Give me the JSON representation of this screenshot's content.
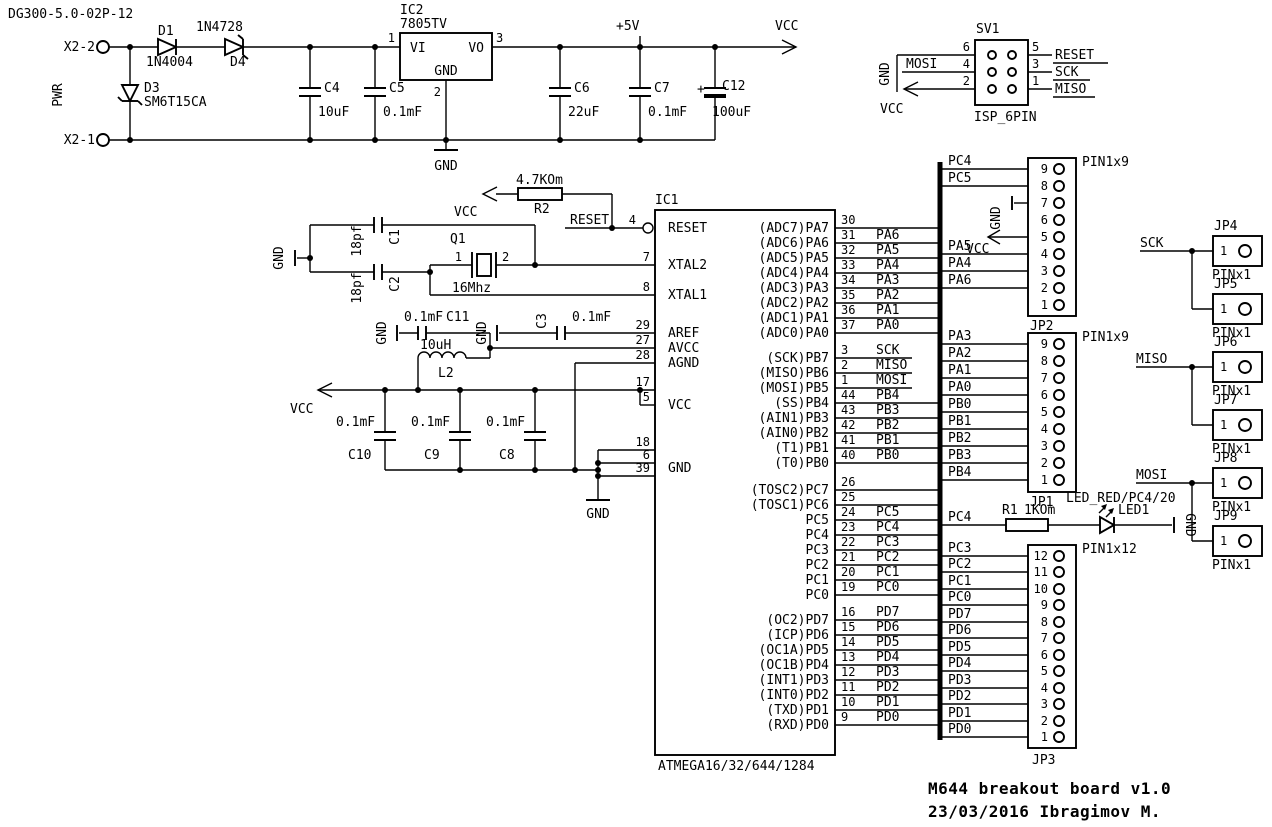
{
  "doc": {
    "sheet_title": "DG300-5.0-02P-12",
    "board_title": "M644 breakout board v1.0",
    "board_subtitle": "23/03/2016 Ibragimov M."
  },
  "power": {
    "x2_2": "X2-2",
    "x2_1": "X2-1",
    "pwr": "PWR",
    "d1_ref": "D1",
    "d1_val": "1N4004",
    "d4_ref": "D4",
    "d4_val": "1N4728",
    "d3_ref": "D3",
    "d3_val": "SM6T15CA",
    "c4_ref": "C4",
    "c4_val": "10uF",
    "c5_ref": "C5",
    "c5_val": "0.1mF",
    "c6_ref": "C6",
    "c6_val": "22uF",
    "c7_ref": "C7",
    "c7_val": "0.1mF",
    "c12_plus": "+",
    "c12_ref": "C12",
    "c12_val": "100uF",
    "ic2_ref": "IC2",
    "ic2_val": "7805TV",
    "ic2_vi": "VI",
    "ic2_vo": "VO",
    "ic2_gnd": "GND",
    "ic2_pin1": "1",
    "ic2_pin2": "2",
    "ic2_pin3": "3",
    "plus5v": "+5V",
    "vcc": "VCC",
    "gnd": "GND"
  },
  "isp": {
    "ref": "SV1",
    "name": "ISP_6PIN",
    "left_pins": [
      "6",
      "4",
      "2"
    ],
    "right_pins": [
      "5",
      "3",
      "1"
    ],
    "left_nets": [
      "GND",
      "MOSI",
      "VCC"
    ],
    "right_nets": [
      "RESET",
      "SCK",
      "MISO"
    ]
  },
  "reset_net": {
    "r2_val": "4.7KOm",
    "r2_ref": "R2",
    "vcc": "VCC",
    "net": "RESET"
  },
  "xtal": {
    "q1_ref": "Q1",
    "q1_val": "16Mhz",
    "pin1": "1",
    "pin2": "2",
    "c1_ref": "C1",
    "c1_val": "18pf",
    "c2_ref": "C2",
    "c2_val": "18pf",
    "gnd": "GND"
  },
  "analog": {
    "c11_ref": "C11",
    "c11_val": "0.1mF",
    "gnd1": "GND",
    "c3_ref": "C3",
    "c3_val": "0.1mF",
    "gnd2": "GND",
    "l2_ref": "L2",
    "l2_val": "10uH"
  },
  "decoupling": {
    "vcc": "VCC",
    "gnd": "GND",
    "caps": [
      {
        "ref": "C10",
        "val": "0.1mF"
      },
      {
        "ref": "C9",
        "val": "0.1mF"
      },
      {
        "ref": "C8",
        "val": "0.1mF"
      }
    ]
  },
  "ic1": {
    "ref": "IC1",
    "part": "ATMEGA16/32/644/1284",
    "left": {
      "reset": {
        "num": "4",
        "label": "RESET"
      },
      "xtal2": {
        "num": "7",
        "label": "XTAL2"
      },
      "xtal1": {
        "num": "8",
        "label": "XTAL1"
      },
      "aref": {
        "num": "29",
        "label": "AREF"
      },
      "avcc": {
        "num": "27",
        "label": "AVCC"
      },
      "agnd": {
        "num": "28",
        "label": "AGND"
      },
      "vcc": {
        "num1": "17",
        "num2": "5",
        "label": "VCC"
      },
      "gnd": {
        "num1": "18",
        "num2": "6",
        "num3": "39",
        "label": "GND"
      }
    },
    "porta": [
      {
        "num": "30",
        "label": "(ADC7)PA7",
        "net": ""
      },
      {
        "num": "31",
        "label": "(ADC6)PA6",
        "net": "PA6"
      },
      {
        "num": "32",
        "label": "(ADC5)PA5",
        "net": "PA5"
      },
      {
        "num": "33",
        "label": "(ADC4)PA4",
        "net": "PA4"
      },
      {
        "num": "34",
        "label": "(ADC3)PA3",
        "net": "PA3"
      },
      {
        "num": "35",
        "label": "(ADC2)PA2",
        "net": "PA2"
      },
      {
        "num": "36",
        "label": "(ADC1)PA1",
        "net": "PA1"
      },
      {
        "num": "37",
        "label": "(ADC0)PA0",
        "net": "PA0"
      }
    ],
    "portb": [
      {
        "num": "3",
        "label": "(SCK)PB7",
        "net": "SCK"
      },
      {
        "num": "2",
        "label": "(MISO)PB6",
        "net": "MISO"
      },
      {
        "num": "1",
        "label": "(MOSI)PB5",
        "net": "MOSI"
      },
      {
        "num": "44",
        "label": "(SS)PB4",
        "net": "PB4"
      },
      {
        "num": "43",
        "label": "(AIN1)PB3",
        "net": "PB3"
      },
      {
        "num": "42",
        "label": "(AIN0)PB2",
        "net": "PB2"
      },
      {
        "num": "41",
        "label": "(T1)PB1",
        "net": "PB1"
      },
      {
        "num": "40",
        "label": "(T0)PB0",
        "net": "PB0"
      }
    ],
    "portc": [
      {
        "num": "26",
        "label": "(TOSC2)PC7",
        "net": ""
      },
      {
        "num": "25",
        "label": "(TOSC1)PC6",
        "net": ""
      },
      {
        "num": "24",
        "label": "PC5",
        "net": "PC5"
      },
      {
        "num": "23",
        "label": "PC4",
        "net": "PC4"
      },
      {
        "num": "22",
        "label": "PC3",
        "net": "PC3"
      },
      {
        "num": "21",
        "label": "PC2",
        "net": "PC2"
      },
      {
        "num": "20",
        "label": "PC1",
        "net": "PC1"
      },
      {
        "num": "19",
        "label": "PC0",
        "net": "PC0"
      }
    ],
    "portd": [
      {
        "num": "16",
        "label": "(OC2)PD7",
        "net": "PD7"
      },
      {
        "num": "15",
        "label": "(ICP)PD6",
        "net": "PD6"
      },
      {
        "num": "14",
        "label": "(OC1A)PD5",
        "net": "PD5"
      },
      {
        "num": "13",
        "label": "(OC1B)PD4",
        "net": "PD4"
      },
      {
        "num": "12",
        "label": "(INT1)PD3",
        "net": "PD3"
      },
      {
        "num": "11",
        "label": "(INT0)PD2",
        "net": "PD2"
      },
      {
        "num": "10",
        "label": "(TXD)PD1",
        "net": "PD1"
      },
      {
        "num": "9",
        "label": "(RXD)PD0",
        "net": "PD0"
      }
    ]
  },
  "jp2": {
    "ref": "JP2",
    "type": "PIN1x9",
    "gnd_label": "GND",
    "vcc_label": "VCC",
    "pins": [
      {
        "n": "9",
        "net": "PC4"
      },
      {
        "n": "8",
        "net": "PC5"
      },
      {
        "n": "7",
        "net": ""
      },
      {
        "n": "6",
        "net": ""
      },
      {
        "n": "5",
        "net": ""
      },
      {
        "n": "4",
        "net": "PA5"
      },
      {
        "n": "3",
        "net": "PA4"
      },
      {
        "n": "2",
        "net": "PA6"
      },
      {
        "n": "1",
        "net": ""
      }
    ]
  },
  "jp1": {
    "ref": "JP1",
    "type": "PIN1x9",
    "pins": [
      {
        "n": "9",
        "net": "PA3"
      },
      {
        "n": "8",
        "net": "PA2"
      },
      {
        "n": "7",
        "net": "PA1"
      },
      {
        "n": "6",
        "net": "PA0"
      },
      {
        "n": "5",
        "net": "PB0"
      },
      {
        "n": "4",
        "net": "PB1"
      },
      {
        "n": "3",
        "net": "PB2"
      },
      {
        "n": "2",
        "net": "PB3"
      },
      {
        "n": "1",
        "net": "PB4"
      }
    ]
  },
  "jp3": {
    "ref": "JP3",
    "type": "PIN1x12",
    "pins": [
      {
        "n": "12",
        "net": "PC3"
      },
      {
        "n": "11",
        "net": "PC2"
      },
      {
        "n": "10",
        "net": "PC1"
      },
      {
        "n": "9",
        "net": "PC0"
      },
      {
        "n": "8",
        "net": "PD7"
      },
      {
        "n": "7",
        "net": "PD6"
      },
      {
        "n": "6",
        "net": "PD5"
      },
      {
        "n": "5",
        "net": "PD4"
      },
      {
        "n": "4",
        "net": "PD3"
      },
      {
        "n": "3",
        "net": "PD2"
      },
      {
        "n": "2",
        "net": "PD1"
      },
      {
        "n": "1",
        "net": "PD0"
      }
    ]
  },
  "led": {
    "net": "PC4",
    "r1_ref": "R1",
    "r1_val": "1KOm",
    "name": "LED_RED/PC4/20",
    "led_ref": "LED1",
    "gnd": "GND"
  },
  "pin_headers": {
    "sck": "SCK",
    "miso": "MISO",
    "mosi": "MOSI",
    "items": [
      {
        "ref": "JP4",
        "type": "PINx1",
        "pin": "1"
      },
      {
        "ref": "JP5",
        "type": "PINx1",
        "pin": "1"
      },
      {
        "ref": "JP6",
        "type": "PINx1",
        "pin": "1"
      },
      {
        "ref": "JP7",
        "type": "PINx1",
        "pin": "1"
      },
      {
        "ref": "JP8",
        "type": "PINx1",
        "pin": "1"
      },
      {
        "ref": "JP9",
        "type": "PINx1",
        "pin": "1"
      }
    ]
  }
}
